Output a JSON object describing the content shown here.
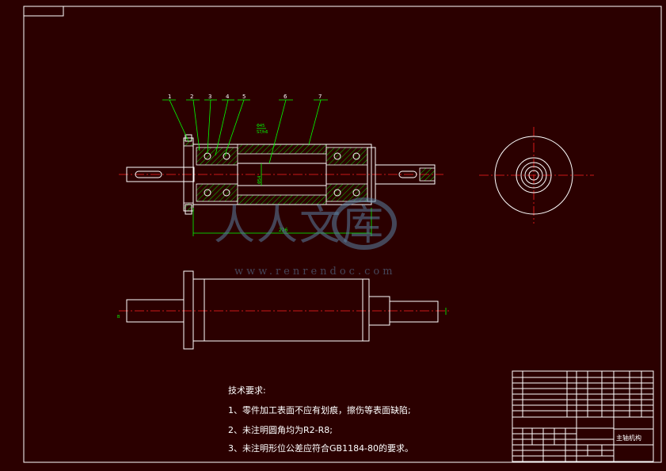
{
  "part_labels": [
    "1",
    "2",
    "3",
    "4",
    "5",
    "6",
    "7"
  ],
  "dimensions": {
    "overall_length": "226",
    "inner_dia": "Φ54",
    "fit_upper": "Φ45",
    "fit_lower": "S7/h6",
    "left_mark": "B"
  },
  "tech_requirements": {
    "heading": "技术要求:",
    "items": [
      "1、零件加工表面不应有划痕，擦伤等表面缺陷;",
      "2、未注明圆角均为R2-R8;",
      "3、未注明形位公差应符合GB1184-80的要求。"
    ]
  },
  "title_block": {
    "drawing_name": "主轴机构"
  },
  "watermark": {
    "logo_text": "人人文库",
    "url_text": "www.renrendoc.com"
  },
  "colors": {
    "background": "#2b0000",
    "outline": "#ffffff",
    "leader": "#00ff00",
    "centerline": "#ff2020",
    "text": "#ffffff"
  }
}
